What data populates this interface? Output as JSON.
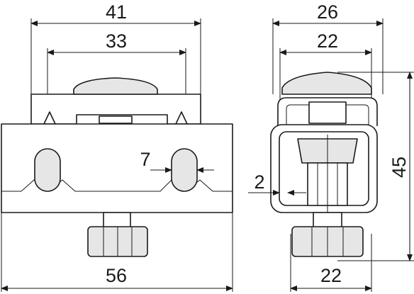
{
  "dimensions": {
    "front_top_width": "41",
    "front_bolt_spacing": "33",
    "front_slot_width": "7",
    "front_base_width": "56",
    "side_top_width": "26",
    "side_inner_width": "22",
    "side_height": "45",
    "side_gap": "2",
    "side_base_width": "22"
  },
  "colors": {
    "line": "#1a1a1a",
    "fill_light": "#e6e6e6",
    "background": "#ffffff"
  }
}
